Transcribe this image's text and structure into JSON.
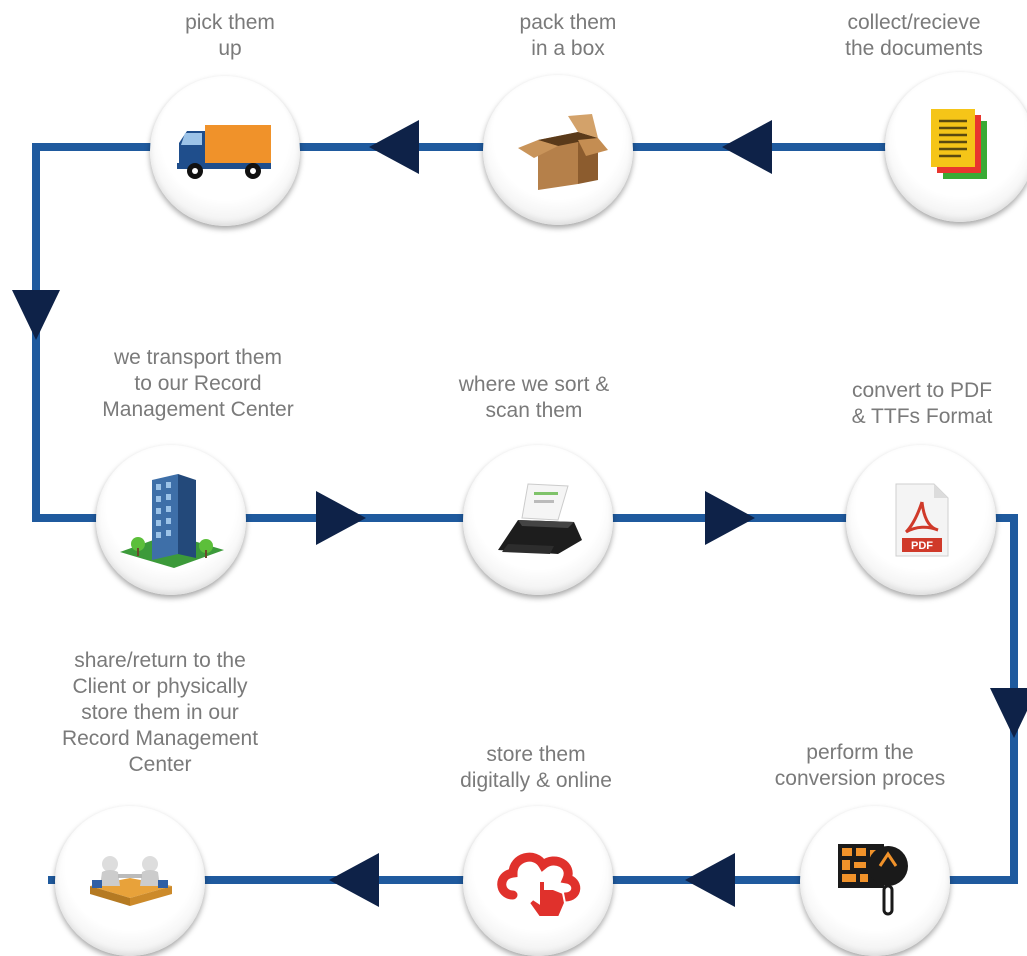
{
  "steps": [
    {
      "id": "collect",
      "label_lines": [
        "collect/recieve",
        "the documents"
      ],
      "icon": "documents-icon"
    },
    {
      "id": "pack",
      "label_lines": [
        "pack them",
        "in a box"
      ],
      "icon": "box-icon"
    },
    {
      "id": "pickup",
      "label_lines": [
        "pick them",
        "up"
      ],
      "icon": "truck-icon"
    },
    {
      "id": "transport",
      "label_lines": [
        "we transport them",
        "to our Record",
        "Management Center"
      ],
      "icon": "building-icon"
    },
    {
      "id": "sort-scan",
      "label_lines": [
        "where we sort &",
        "scan them"
      ],
      "icon": "scanner-icon"
    },
    {
      "id": "convert",
      "label_lines": [
        "convert to PDF",
        "& TTFs Format"
      ],
      "icon": "pdf-file-icon"
    },
    {
      "id": "perform",
      "label_lines": [
        "perform the",
        "conversion proces"
      ],
      "icon": "conversion-chip-icon"
    },
    {
      "id": "store-online",
      "label_lines": [
        "store them",
        "digitally & online"
      ],
      "icon": "cloud-click-icon"
    },
    {
      "id": "share-return",
      "label_lines": [
        "share/return to the",
        "Client or physically",
        "store them in our",
        "Record Management",
        "Center"
      ],
      "icon": "handshake-icon"
    }
  ],
  "colors": {
    "line": "#1f5a9e",
    "arrow": "#0e2248",
    "label": "#7a7a7a",
    "truck_cargo": "#f0922a",
    "truck_cab": "#1f4e8c",
    "pdf_red": "#d03a2a",
    "cloud_red": "#e0312c",
    "doc_yellow": "#f5c518"
  }
}
